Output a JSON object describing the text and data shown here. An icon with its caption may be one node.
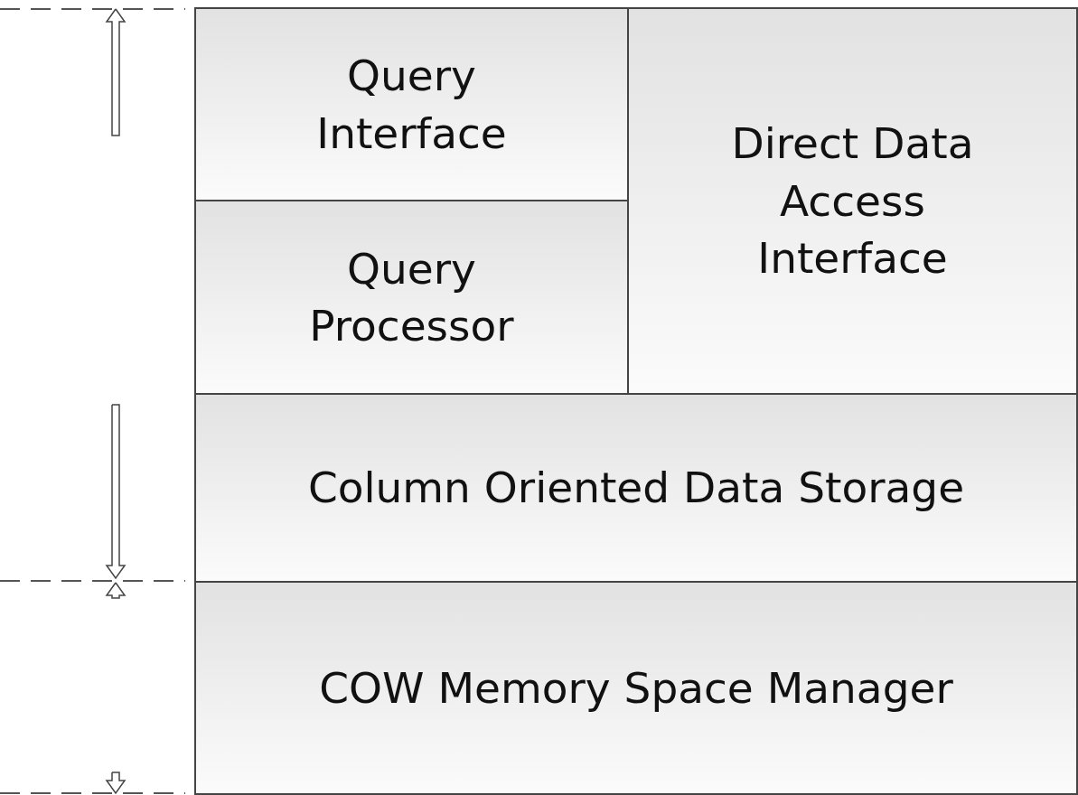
{
  "diagram": {
    "nodes": [
      {
        "text": [
          "Query Interface"
        ]
      },
      {
        "text": [
          "Query Processor"
        ]
      },
      {
        "text": [
          "Direct Data Access Interface"
        ]
      },
      {
        "text": [
          "Column Oriented Data Storage"
        ]
      },
      {
        "text": [
          "COW Memory Space Manager"
        ]
      }
    ]
  }
}
